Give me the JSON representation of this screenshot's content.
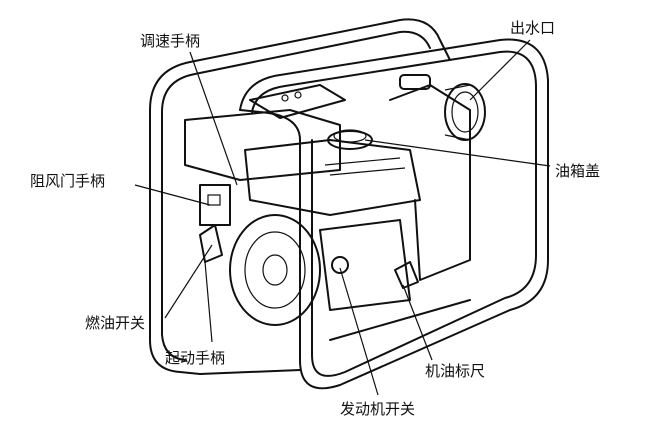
{
  "title": "水泵部件示意图",
  "labels": {
    "speed_handle": "调速手柄",
    "outlet": "出水口",
    "fuel_cap": "油箱盖",
    "choke_handle": "阻风门手柄",
    "fuel_switch": "燃油开关",
    "start_handle": "起动手柄",
    "oil_dipstick": "机油标尺",
    "engine_switch": "发动机开关"
  }
}
